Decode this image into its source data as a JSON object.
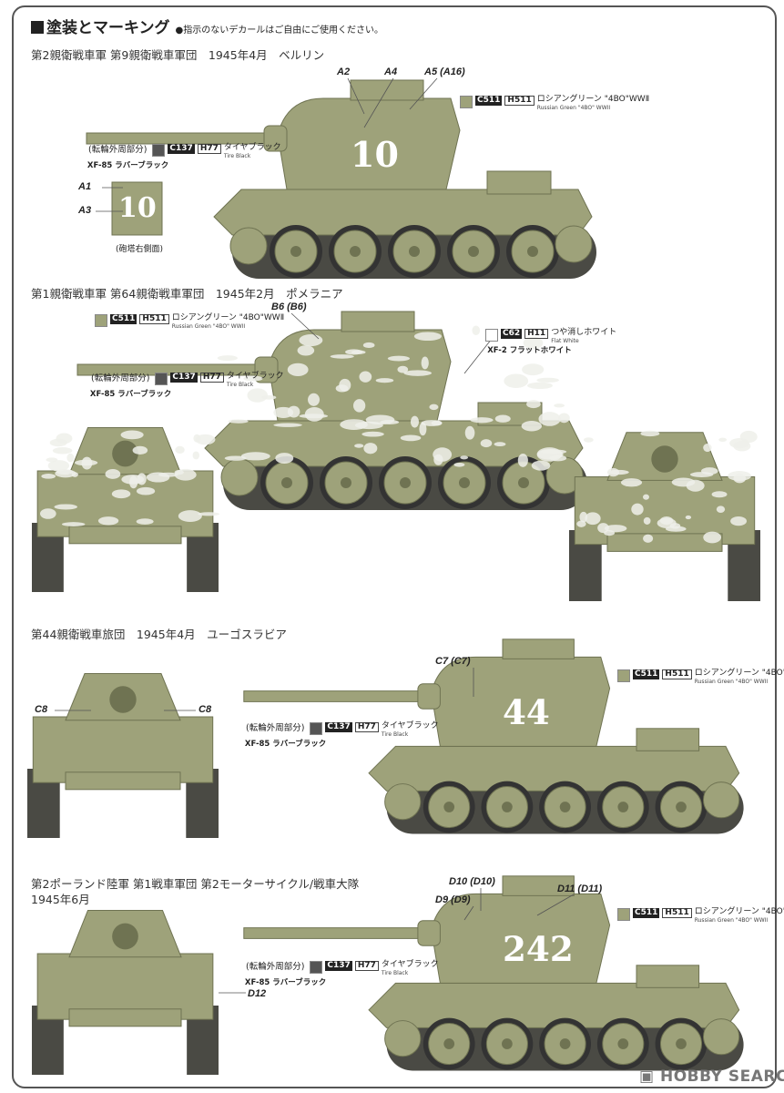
{
  "header": {
    "title": "塗装とマーキング",
    "note": "●指示のないデカールはご自由にご使用ください。"
  },
  "colors": {
    "russian_green": "#9ea27a",
    "flat_white": "#ffffff",
    "tire_black": "#555555",
    "winter_patch": "#eef0ea"
  },
  "paints": {
    "green": {
      "c": "C511",
      "h": "H511",
      "jp": "ロシアングリーン \"4BO\"WWⅡ",
      "en": "Russian Green \"4BO\" WWII"
    },
    "tire": {
      "prefix": "(転輪外周部分)",
      "c": "C137",
      "h": "H77",
      "jp": "タイヤブラック",
      "en": "Tire Black",
      "xf": "XF-85 ラバーブラック"
    },
    "white": {
      "c": "C62",
      "h": "H11",
      "jp": "つや消しホワイト",
      "en": "Flat White",
      "xf": "XF-2 フラットホワイト"
    }
  },
  "sections": [
    {
      "heading": "第2親衛戦車軍 第9親衛戦車軍団　1945年4月　ベルリン",
      "labels": [
        "A2",
        "A4",
        "A5 (A16)",
        "A1",
        "A3"
      ],
      "turret_number": "10",
      "side_caption": "(砲塔右側面)"
    },
    {
      "heading": "第1親衛戦車軍 第64親衛戦車軍団　1945年2月　ポメラニア",
      "labels": [
        "B6 (B6)"
      ]
    },
    {
      "heading": "第44親衛戦車旅団　1945年4月　ユーゴスラビア",
      "labels": [
        "C7 (C7)",
        "C8",
        "C8"
      ],
      "turret_number": "44"
    },
    {
      "heading": "第2ポーランド陸軍 第1戦車軍団 第2モーターサイクル/戦車大隊",
      "heading2": "1945年6月",
      "labels": [
        "D10 (D10)",
        "D9 (D9)",
        "D11 (D11)",
        "D12"
      ],
      "turret_number": "242"
    }
  ],
  "watermark": "HOBBY SEARCH"
}
